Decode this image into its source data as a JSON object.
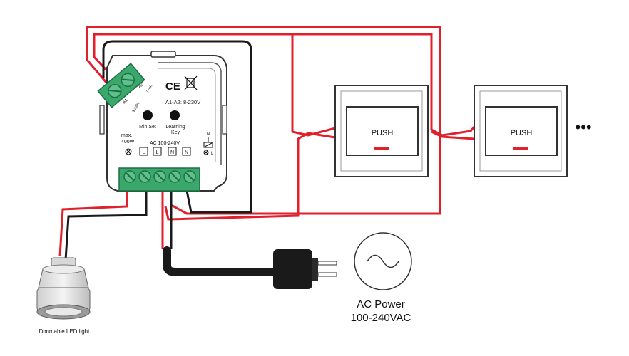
{
  "module": {
    "terminal_label_a1": "A1",
    "terminal_label_a2": "A2",
    "input_voltage_side_label": "8-230V",
    "push_label_side": "Push",
    "a1a2_rating": "A1-A2: 8-230V",
    "ce_mark": "CE",
    "min_set_label": "Min.Set",
    "learning_key_label_line1": "Learning",
    "learning_key_label_line2": "Key",
    "max_load_line1": "max.",
    "max_load_line2": "400W",
    "ac_range": "AC 100-240V",
    "terminals": [
      "L",
      "L",
      "N",
      "N"
    ],
    "n_marker": "N",
    "l_marker": "L"
  },
  "push_buttons": [
    {
      "label": "PUSH"
    },
    {
      "label": "PUSH"
    }
  ],
  "continuation": "•••",
  "led": {
    "caption": "Dimmable LED light"
  },
  "power": {
    "title": "AC Power",
    "range": "100-240VAC"
  },
  "colors": {
    "wire_live": "#e0202a",
    "wire_neutral": "#1a1a1a",
    "terminal_green": "#3aa86b",
    "indicator": "#e0202a"
  }
}
